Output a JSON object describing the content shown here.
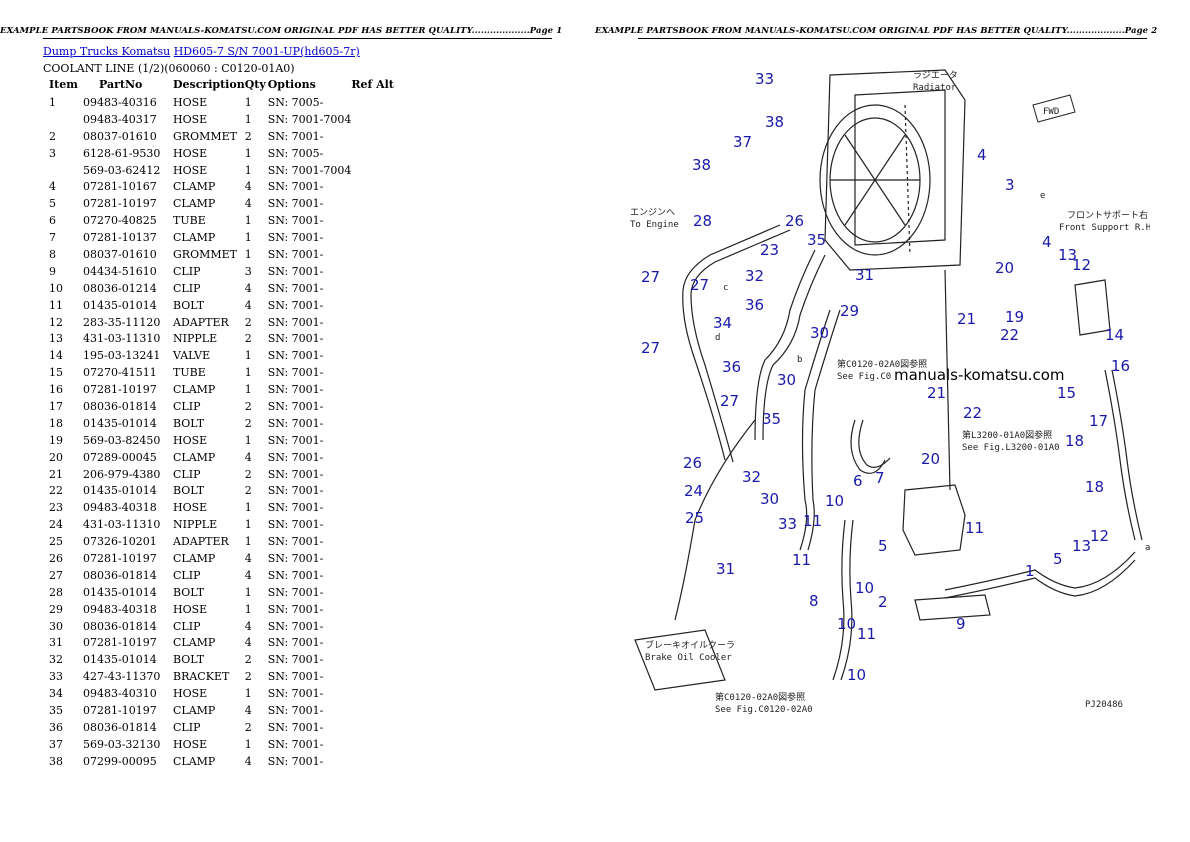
{
  "header": "EXAMPLE PARTSBOOK FROM MANUALS-KOMATSU.COM ORIGINAL PDF HAS BETTER QUALITY...................",
  "page1_label": "Page 1",
  "page2_label": "Page 2",
  "breadcrumb": {
    "link1": "Dump Trucks Komatsu",
    "link2": "HD605-7 S/N 7001-UP(hd605-7r)"
  },
  "subtitle": "COOLANT LINE (1/2)(060060 : C0120-01A0)",
  "columns": [
    "Item",
    "PartNo",
    "Description",
    "Qty",
    "Options",
    "Ref Alt"
  ],
  "rows": [
    [
      "1",
      "09483-40316",
      "HOSE",
      "1",
      "SN: 7005-"
    ],
    [
      "",
      "09483-40317",
      "HOSE",
      "1",
      "SN: 7001-7004"
    ],
    [
      "2",
      "08037-01610",
      "GROMMET",
      "2",
      "SN: 7001-"
    ],
    [
      "3",
      "6128-61-9530",
      "HOSE",
      "1",
      "SN: 7005-"
    ],
    [
      "",
      "569-03-62412",
      "HOSE",
      "1",
      "SN: 7001-7004"
    ],
    [
      "4",
      "07281-10167",
      "CLAMP",
      "4",
      "SN: 7001-"
    ],
    [
      "5",
      "07281-10197",
      "CLAMP",
      "4",
      "SN: 7001-"
    ],
    [
      "6",
      "07270-40825",
      "TUBE",
      "1",
      "SN: 7001-"
    ],
    [
      "7",
      "07281-10137",
      "CLAMP",
      "1",
      "SN: 7001-"
    ],
    [
      "8",
      "08037-01610",
      "GROMMET",
      "1",
      "SN: 7001-"
    ],
    [
      "9",
      "04434-51610",
      "CLIP",
      "3",
      "SN: 7001-"
    ],
    [
      "10",
      "08036-01214",
      "CLIP",
      "4",
      "SN: 7001-"
    ],
    [
      "11",
      "01435-01014",
      "BOLT",
      "4",
      "SN: 7001-"
    ],
    [
      "12",
      "283-35-11120",
      "ADAPTER",
      "2",
      "SN: 7001-"
    ],
    [
      "13",
      "431-03-11310",
      "NIPPLE",
      "2",
      "SN: 7001-"
    ],
    [
      "14",
      "195-03-13241",
      "VALVE",
      "1",
      "SN: 7001-"
    ],
    [
      "15",
      "07270-41511",
      "TUBE",
      "1",
      "SN: 7001-"
    ],
    [
      "16",
      "07281-10197",
      "CLAMP",
      "1",
      "SN: 7001-"
    ],
    [
      "17",
      "08036-01814",
      "CLIP",
      "2",
      "SN: 7001-"
    ],
    [
      "18",
      "01435-01014",
      "BOLT",
      "2",
      "SN: 7001-"
    ],
    [
      "19",
      "569-03-82450",
      "HOSE",
      "1",
      "SN: 7001-"
    ],
    [
      "20",
      "07289-00045",
      "CLAMP",
      "4",
      "SN: 7001-"
    ],
    [
      "21",
      "206-979-4380",
      "CLIP",
      "2",
      "SN: 7001-"
    ],
    [
      "22",
      "01435-01014",
      "BOLT",
      "2",
      "SN: 7001-"
    ],
    [
      "23",
      "09483-40318",
      "HOSE",
      "1",
      "SN: 7001-"
    ],
    [
      "24",
      "431-03-11310",
      "NIPPLE",
      "1",
      "SN: 7001-"
    ],
    [
      "25",
      "07326-10201",
      "ADAPTER",
      "1",
      "SN: 7001-"
    ],
    [
      "26",
      "07281-10197",
      "CLAMP",
      "4",
      "SN: 7001-"
    ],
    [
      "27",
      "08036-01814",
      "CLIP",
      "4",
      "SN: 7001-"
    ],
    [
      "28",
      "01435-01014",
      "BOLT",
      "1",
      "SN: 7001-"
    ],
    [
      "29",
      "09483-40318",
      "HOSE",
      "1",
      "SN: 7001-"
    ],
    [
      "30",
      "08036-01814",
      "CLIP",
      "4",
      "SN: 7001-"
    ],
    [
      "31",
      "07281-10197",
      "CLAMP",
      "4",
      "SN: 7001-"
    ],
    [
      "32",
      "01435-01014",
      "BOLT",
      "2",
      "SN: 7001-"
    ],
    [
      "33",
      "427-43-11370",
      "BRACKET",
      "2",
      "SN: 7001-"
    ],
    [
      "34",
      "09483-40310",
      "HOSE",
      "1",
      "SN: 7001-"
    ],
    [
      "35",
      "07281-10197",
      "CLAMP",
      "4",
      "SN: 7001-"
    ],
    [
      "36",
      "08036-01814",
      "CLIP",
      "2",
      "SN: 7001-"
    ],
    [
      "37",
      "569-03-32130",
      "HOSE",
      "1",
      "SN: 7001-"
    ],
    [
      "38",
      "07299-00095",
      "CLAMP",
      "4",
      "SN: 7001-"
    ]
  ],
  "diagram": {
    "radiator_jp": "ラジエータ",
    "radiator_en": "Radiator",
    "engine_jp": "エンジンへ",
    "engine_en": "To Engine",
    "front_support_jp": "フロントサポート右",
    "front_support_en": "Front Support R.H.",
    "fig_ref1_jp": "第C0120-02A0図参照",
    "fig_ref1_en": "See Fig.C0",
    "watermark": "manuals-komatsu.com",
    "fig_ref2_jp": "第L3200-01A0図参照",
    "fig_ref2_en": "See Fig.L3200-01A0",
    "brake_jp": "ブレーキオイルクーラ",
    "brake_en": "Brake Oil Cooler",
    "fig_ref3_jp": "第C0120-02A0図参照",
    "fig_ref3_en": "See Fig.C0120-02A0",
    "fwd": "FWD",
    "code": "PJ20486",
    "letter_a": "a",
    "letter_b": "b",
    "letter_c": "c",
    "letter_d": "d",
    "letter_e": "e"
  }
}
